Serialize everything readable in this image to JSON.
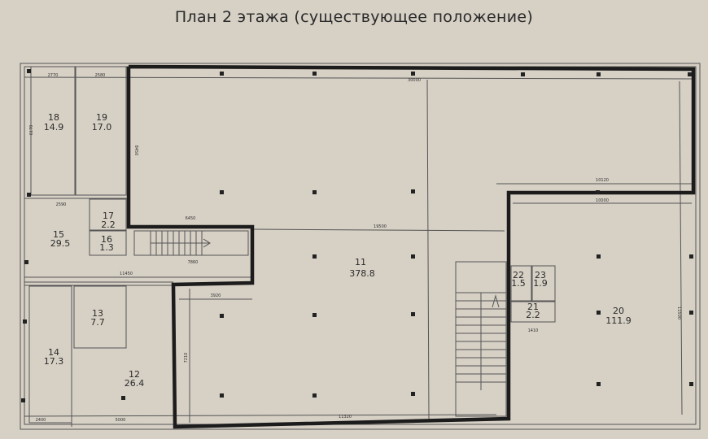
{
  "title": "План 2 этажа (существующее положение)",
  "rooms": [
    {
      "id": "r18",
      "number": "18",
      "area": "14.9"
    },
    {
      "id": "r19",
      "number": "19",
      "area": "17.0"
    },
    {
      "id": "r15",
      "number": "15",
      "area": "29.5"
    },
    {
      "id": "r17",
      "number": "17",
      "area": "2.2"
    },
    {
      "id": "r16",
      "number": "16",
      "area": "1.3"
    },
    {
      "id": "r14",
      "number": "14",
      "area": "17.3"
    },
    {
      "id": "r13",
      "number": "13",
      "area": "7.7"
    },
    {
      "id": "r12",
      "number": "12",
      "area": "26.4"
    },
    {
      "id": "r11",
      "number": "11",
      "area": "378.8"
    },
    {
      "id": "r20",
      "number": "20",
      "area": "111.9"
    },
    {
      "id": "r22",
      "number": "22",
      "area": "1.5"
    },
    {
      "id": "r23",
      "number": "23",
      "area": "1.9"
    },
    {
      "id": "r21",
      "number": "21",
      "area": "2.2"
    }
  ],
  "dimensions": {
    "top_total": "30000",
    "d_2770": "2770",
    "d_2580": "2580",
    "d_6170": "6170",
    "d_8450": "8450",
    "d_2590": "2590",
    "d_6450": "6450",
    "d_7860": "7860",
    "d_11450": "11450",
    "d_19500": "19500",
    "d_10120": "10120",
    "d_10000": "10000",
    "d_11500": "11500",
    "d_3920": "3920",
    "d_7210": "7210",
    "d_2400": "2400",
    "d_5000": "5000",
    "d_11320": "11320",
    "d_1410": "1410"
  }
}
